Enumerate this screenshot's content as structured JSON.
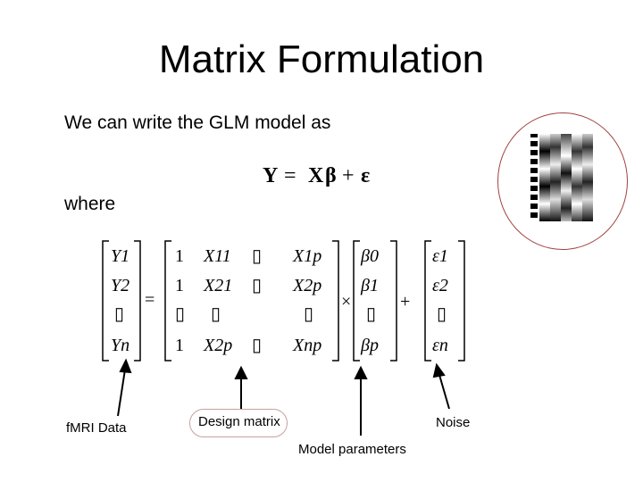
{
  "slide": {
    "title": "Matrix Formulation",
    "intro": "We can write the GLM model as",
    "where": "where"
  },
  "equation": {
    "Y": "Y",
    "eq": "=",
    "X": "X",
    "beta": "β",
    "plus": "+",
    "eps": "ε"
  },
  "matrix": {
    "y_vector": [
      "Y1",
      "Y2",
      "▯",
      "Yn"
    ],
    "design_rows": [
      [
        "1",
        "X11",
        "▯",
        "X1p"
      ],
      [
        "1",
        "X21",
        "▯",
        "X2p"
      ],
      [
        "▯",
        "▯",
        "",
        "▯"
      ],
      [
        "1",
        "X2p",
        "▯",
        "Xnp"
      ]
    ],
    "beta_vector": [
      "β0",
      "β1",
      "▯",
      "βp"
    ],
    "eps_vector": [
      "ε1",
      "ε2",
      "▯",
      "εn"
    ],
    "equals": "=",
    "times": "×",
    "plus": "+"
  },
  "labels": {
    "fmri": "fMRI Data",
    "design": "Design matrix",
    "noise": "Noise",
    "params": "Model parameters"
  },
  "thumbnail": {
    "icon": "design-matrix-image"
  }
}
